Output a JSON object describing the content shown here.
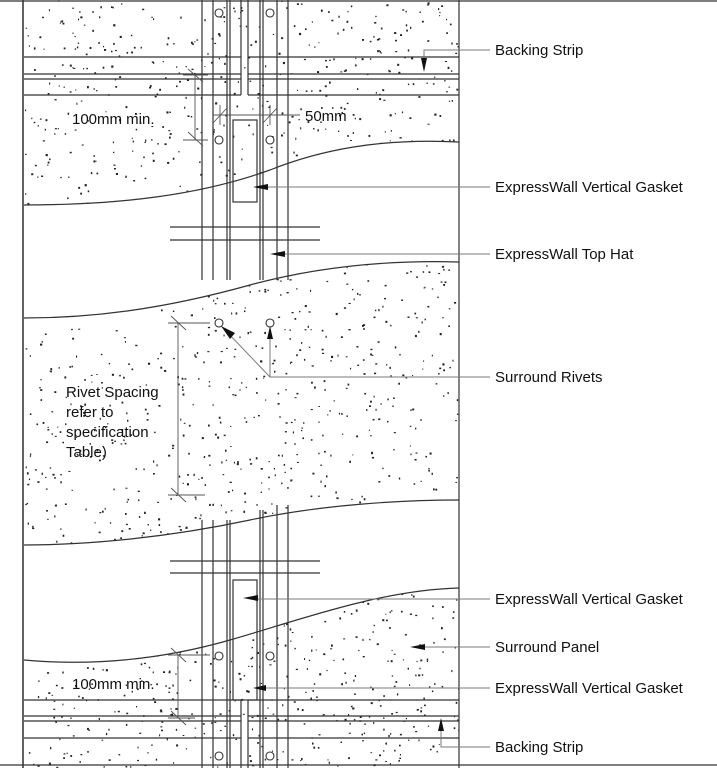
{
  "drawing": {
    "callouts": [
      {
        "id": "backing-strip-top",
        "label": "Backing Strip"
      },
      {
        "id": "vertical-gasket-1",
        "label": "ExpressWall Vertical Gasket"
      },
      {
        "id": "top-hat",
        "label": "ExpressWall Top Hat"
      },
      {
        "id": "surround-rivets",
        "label": "Surround Rivets"
      },
      {
        "id": "vertical-gasket-2",
        "label": "ExpressWall Vertical Gasket"
      },
      {
        "id": "surround-panel",
        "label": "Surround Panel"
      },
      {
        "id": "vertical-gasket-3",
        "label": "ExpressWall Vertical Gasket"
      },
      {
        "id": "backing-strip-bottom",
        "label": "Backing Strip"
      }
    ],
    "dimensions": {
      "top_min": "100mm min.",
      "top_offset": "50mm",
      "rivet_spacing": [
        "Rivet Spacing",
        "refer to",
        "specification",
        "Table)"
      ],
      "bottom_min": "100mm min."
    },
    "colors": {
      "line": "#333333",
      "leader": "#7a7a7a",
      "text": "#111111",
      "background": "#ffffff"
    }
  }
}
